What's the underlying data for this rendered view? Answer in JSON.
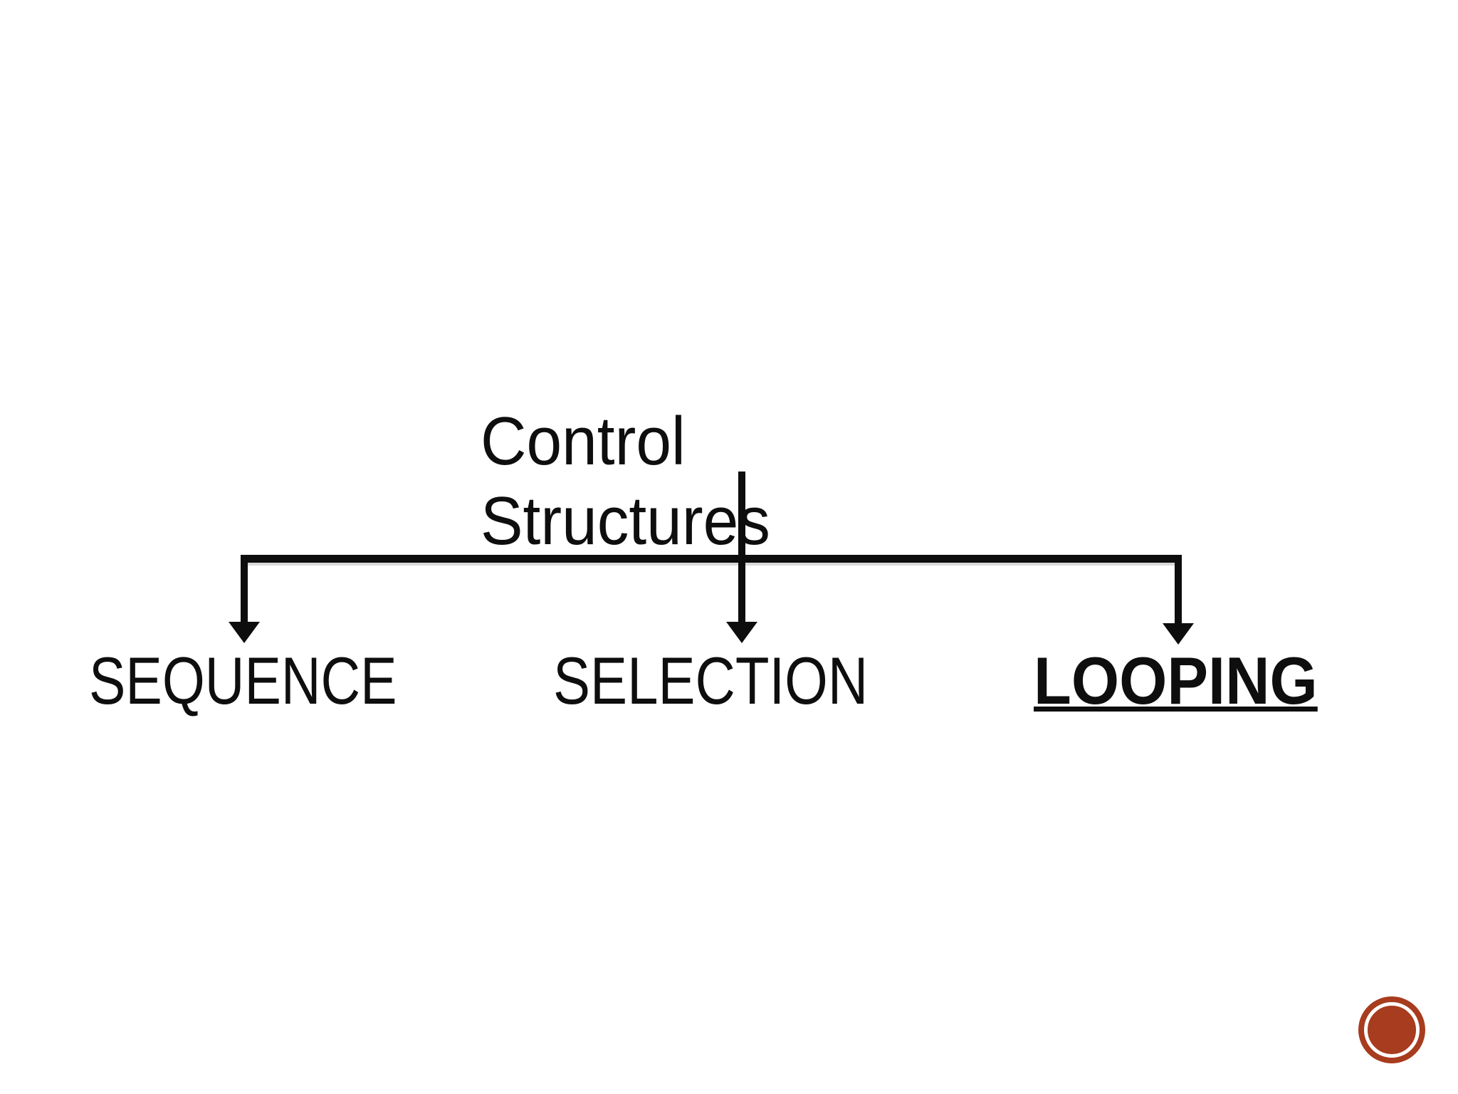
{
  "slide": {
    "background": "#ffffff"
  },
  "diagram": {
    "type": "tree",
    "root": {
      "label_line1": "Control",
      "label_line2": "Structures"
    },
    "children": [
      {
        "id": "sequence",
        "label": "SEQUENCE",
        "emphasized": false
      },
      {
        "id": "selection",
        "label": "SELECTION",
        "emphasized": false
      },
      {
        "id": "looping",
        "label": "LOOPING",
        "emphasized": true
      }
    ]
  },
  "colors": {
    "line": "#0d0d0d",
    "text": "#0e0e0e",
    "line_shadow": "#d9d9d9",
    "logo_red": "#a73c1e"
  },
  "logo": {
    "name": "red-circle-badge"
  }
}
